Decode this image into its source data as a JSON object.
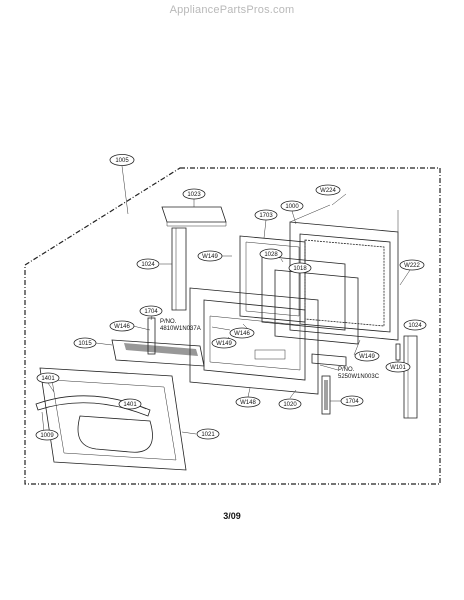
{
  "watermark": "AppliancePartsPros.com",
  "page_code": "3/09",
  "callouts": {
    "c1005": "1005",
    "c1023": "1023",
    "c1703": "1703",
    "c1000": "1000",
    "cW224": "W224",
    "c1024a": "1024",
    "cW149a": "W149",
    "c1028": "1028",
    "c1018": "1018",
    "cW222": "W222",
    "c1704a": "1704",
    "cW146a": "W146",
    "cW146b": "W146",
    "cW149b": "W149",
    "c1015": "1015",
    "c1024b": "1024",
    "cW149c": "W149",
    "cW101": "W101",
    "c1401a": "1401",
    "c1401b": "1401",
    "cW148": "W148",
    "c1020": "1020",
    "c1704b": "1704",
    "c1009": "1009",
    "c1021": "1021"
  },
  "part_numbers": {
    "pno_left_label": "P/NO.",
    "pno_left_value": "4810W1N037A",
    "pno_right_label": "P/NO.",
    "pno_right_value": "5250W1N003C"
  }
}
